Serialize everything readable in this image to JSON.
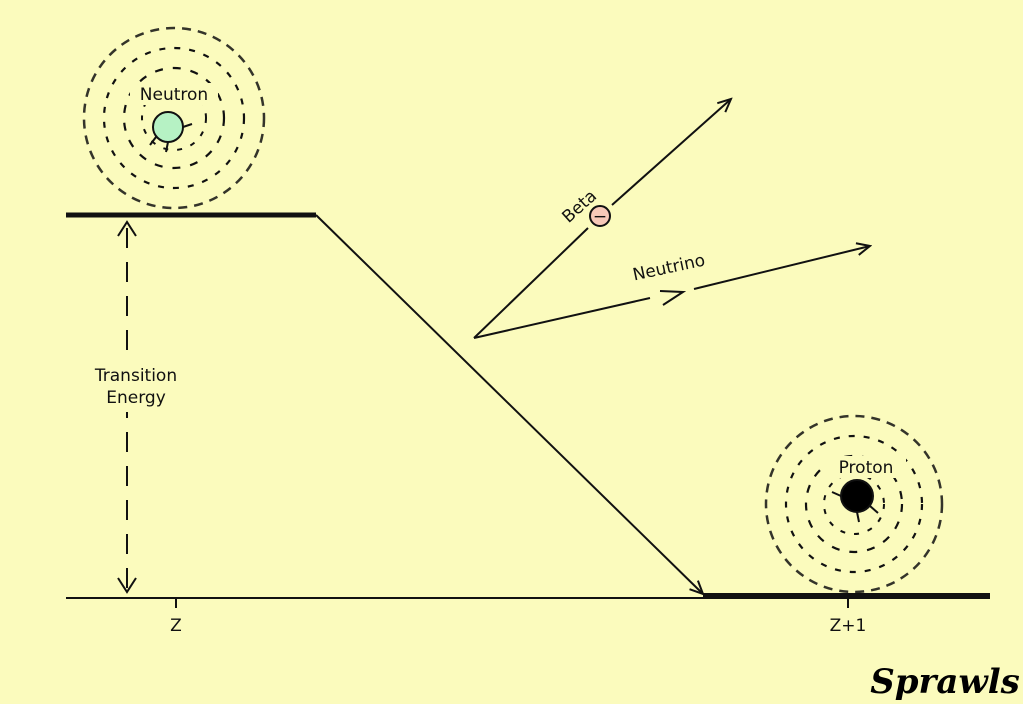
{
  "labels": {
    "neutron": "Neutron",
    "proton": "Proton",
    "beta": "Beta",
    "beta_charge": "−",
    "neutrino": "Neutrino",
    "transition_line1": "Transition",
    "transition_line2": "Energy",
    "level_z": "Z",
    "level_z1": "Z+1",
    "signature": "Sprawls"
  },
  "colors": {
    "background": "#fbfbbd",
    "ink": "#111111",
    "neutron_fill": "#b6f2c4",
    "proton_fill": "#000000",
    "beta_fill": "#f7c9b8"
  }
}
